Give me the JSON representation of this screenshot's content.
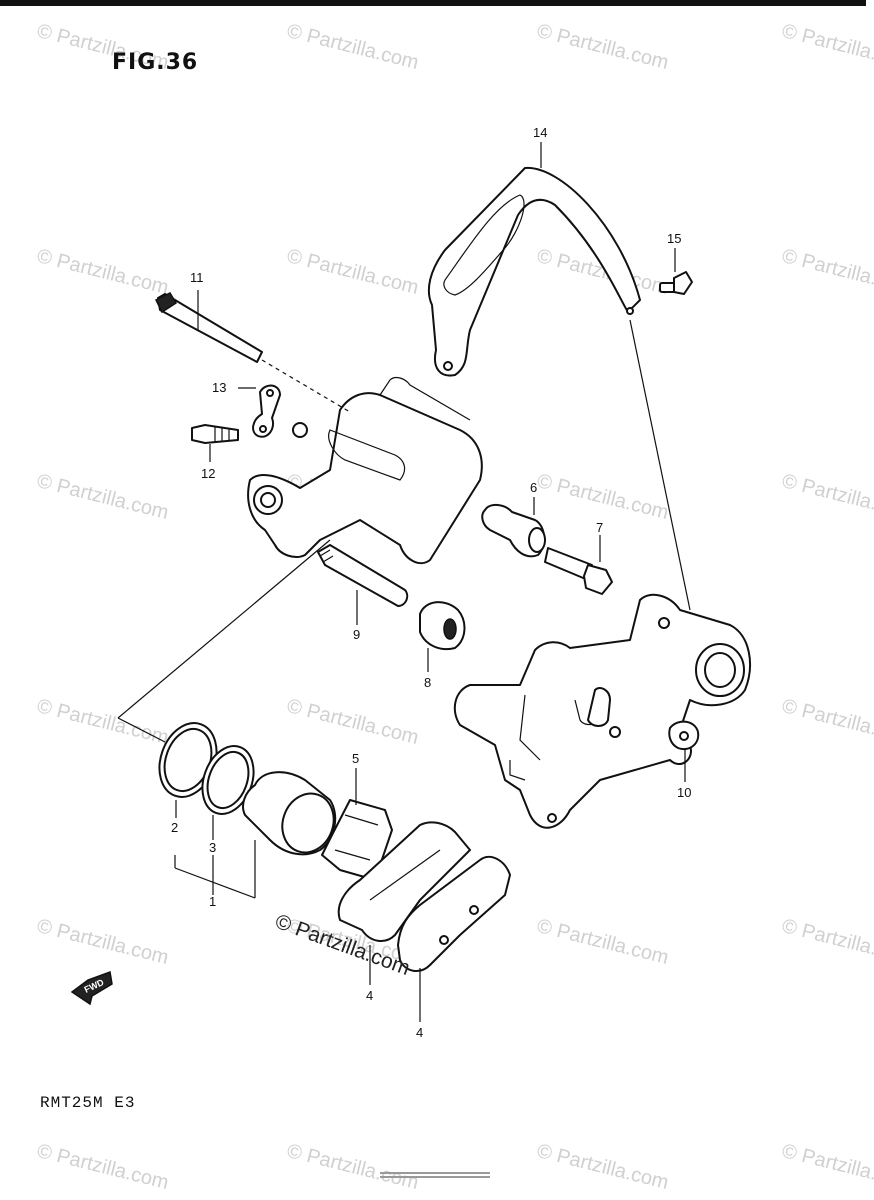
{
  "figure": {
    "title": "FIG.36",
    "model": "RMT25M E3",
    "copyright": "© Partzilla.com",
    "watermark_text": "© Partzilla.com",
    "forward_label": "FWD"
  },
  "callouts": [
    {
      "id": "1",
      "label": "1"
    },
    {
      "id": "2",
      "label": "2"
    },
    {
      "id": "3",
      "label": "3"
    },
    {
      "id": "4a",
      "label": "4"
    },
    {
      "id": "4b",
      "label": "4"
    },
    {
      "id": "5",
      "label": "5"
    },
    {
      "id": "6",
      "label": "6"
    },
    {
      "id": "7",
      "label": "7"
    },
    {
      "id": "8",
      "label": "8"
    },
    {
      "id": "9",
      "label": "9"
    },
    {
      "id": "10",
      "label": "10"
    },
    {
      "id": "11",
      "label": "11"
    },
    {
      "id": "12",
      "label": "12"
    },
    {
      "id": "13",
      "label": "13"
    },
    {
      "id": "14",
      "label": "14"
    },
    {
      "id": "15",
      "label": "15"
    }
  ]
}
